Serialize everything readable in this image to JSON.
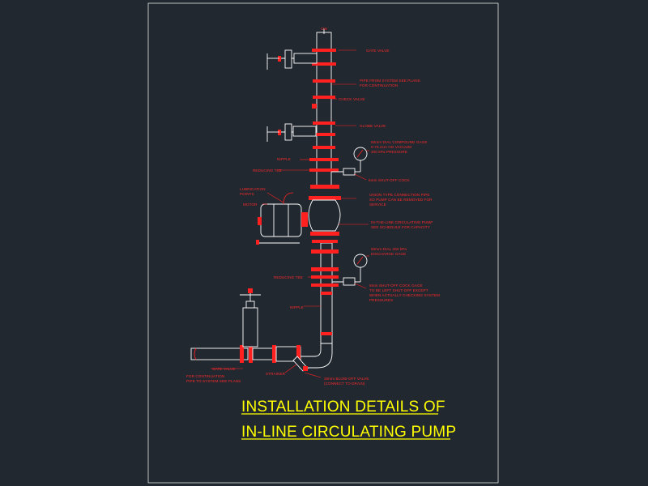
{
  "title": {
    "line1": "INSTALLATION DETAILS OF",
    "line2": "IN-LINE CIRCULATING PUMP"
  },
  "labels": {
    "top_marker": "CW",
    "gate_valve_top": "GATE VALVE",
    "pipe_from_system_1": "PIPE FROM SYSTEM SEE PLANS",
    "pipe_from_system_2": "FOR CONTINUATION",
    "check_valve": "CHECK VALVE",
    "globe_valve": "GLOBE VALVE",
    "compound_gauge_1": "50mm DIAL COMPOUND GAGE",
    "compound_gauge_2": "0-76.2cm HG VACUUM",
    "compound_gauge_3": "400 kPa PRESSURE",
    "nipple_top": "NIPPLE",
    "reducing_tee_top": "REDUCING TEE",
    "shutoff_cock_top": "6mm SHUT-OFF COCK",
    "lubrication_1": "LUBRICATION",
    "lubrication_2": "POINTS",
    "motor": "MOTOR",
    "union_1": "UNION TYPE CONNECTION PIPE",
    "union_2": "SO PUMP CAN BE REMOVED FOR",
    "union_3": "SERVICE",
    "inline_pump_1": "IN-THE-LINE CIRCULATING PUMP",
    "inline_pump_2": "SEE SCHEDULE FOR CAPACITY",
    "discharge_gauge_1": "50mm DIAL 400 kPa",
    "discharge_gauge_2": "DISCHARGE GAGE",
    "reducing_tee_bottom": "REDUCING TEE",
    "shutoff_cock_bottom_1": "6mm SHUT-OFF COCK GAGE",
    "shutoff_cock_bottom_2": "TO BE LEFT SHUT-OFF EXCEPT",
    "shutoff_cock_bottom_3": "WHEN ACTUALLY CHECKING SYSTEM",
    "shutoff_cock_bottom_4": "PRESSURES",
    "nipple_bottom": "NIPPLE",
    "gate_valve_bottom": "GATE VALVE",
    "continuation_1": "FOR CONTINUATION",
    "continuation_2": "PIPE TO SYSTEM SEE PLANS",
    "strainer": "STRAINER",
    "blowoff_1": "20mm BLOW-OFF VALVE",
    "blowoff_2": "(CONNECT TO DRAIN)"
  }
}
